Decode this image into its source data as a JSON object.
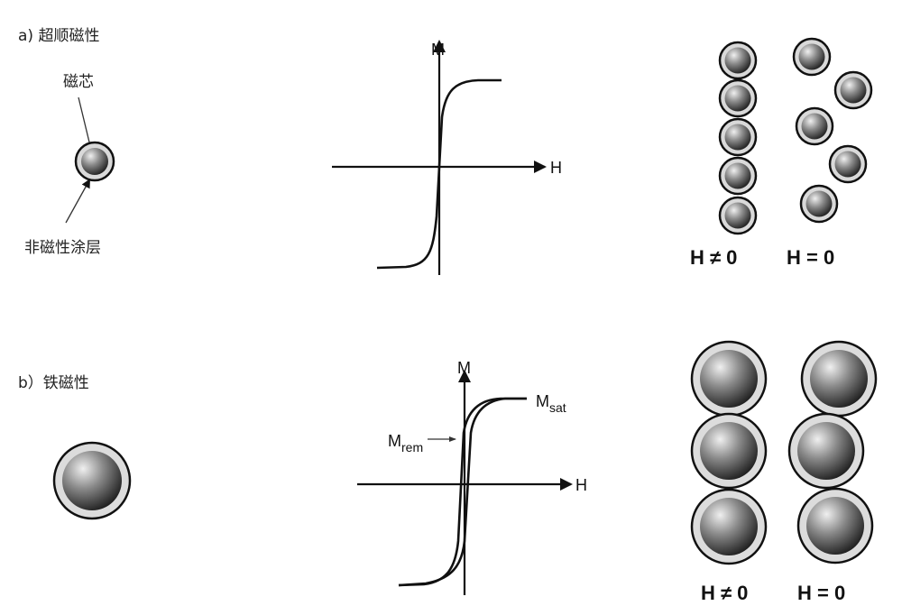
{
  "panel_a": {
    "label": "a) 超顺磁性",
    "core_label": "磁芯",
    "coating_label": "非磁性涂层",
    "axis_m": "M",
    "axis_h": "H",
    "field_on": "H ≠ 0",
    "field_off": "H = 0"
  },
  "panel_b": {
    "label": "b）铁磁性",
    "axis_m": "M",
    "axis_h": "H",
    "m_sat": {
      "main": "M",
      "sub": "sat"
    },
    "m_rem": {
      "main": "M",
      "sub": "rem"
    },
    "field_on": "H ≠ 0",
    "field_off": "H = 0"
  },
  "colors": {
    "line": "#111111",
    "shell": "#d9d9d9",
    "core_light": "#e8e8e8",
    "core_dark": "#2a2a2a"
  }
}
